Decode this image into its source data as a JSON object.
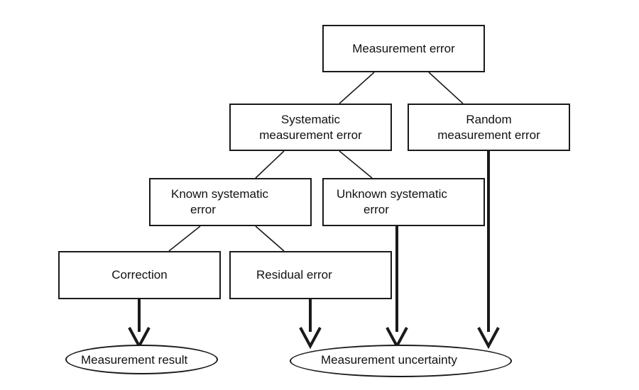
{
  "nodes": {
    "measurement_error": "Measurement error",
    "systematic": {
      "line1": "Systematic",
      "line2": "measurement error"
    },
    "random": {
      "line1": "Random",
      "line2": "measurement error"
    },
    "known_systematic": {
      "line1": "Known systematic",
      "line2": "error"
    },
    "unknown_systematic": {
      "line1": "Unknown systematic",
      "line2": "error"
    },
    "correction": "Correction",
    "residual_error": "Residual error"
  },
  "outcomes": {
    "measurement_result": "Measurement result",
    "measurement_uncertainty": "Measurement uncertainty"
  },
  "colors": {
    "stroke": "#1a1a1a",
    "background": "#ffffff",
    "text": "#111111"
  }
}
